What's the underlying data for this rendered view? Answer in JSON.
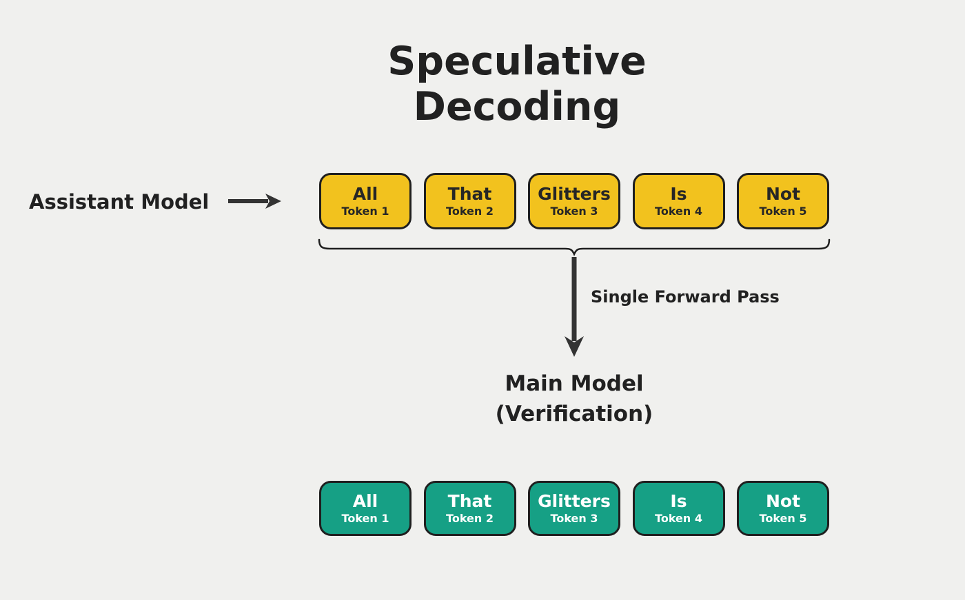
{
  "title": "Speculative Decoding",
  "assistant": {
    "label": "Assistant Model"
  },
  "draft_row": {
    "tokens": [
      {
        "word": "All",
        "label": "Token 1"
      },
      {
        "word": "That",
        "label": "Token 2"
      },
      {
        "word": "Glitters",
        "label": "Token 3"
      },
      {
        "word": "Is",
        "label": "Token 4"
      },
      {
        "word": "Not",
        "label": "Token 5"
      }
    ]
  },
  "forward_pass": {
    "label": "Single Forward Pass"
  },
  "main_model": {
    "line1": "Main Model",
    "line2": "(Verification)"
  },
  "verified_row": {
    "tokens": [
      {
        "word": "All",
        "label": "Token 1"
      },
      {
        "word": "That",
        "label": "Token 2"
      },
      {
        "word": "Glitters",
        "label": "Token 3"
      },
      {
        "word": "Is",
        "label": "Token 4"
      },
      {
        "word": "Not",
        "label": "Token 5"
      }
    ]
  },
  "icons": {
    "right_arrow": "right-arrow",
    "down_arrow": "down-arrow",
    "brace": "horizontal-curly-brace"
  },
  "colors": {
    "background": "#F0F0EE",
    "draft_token_fill": "#F2C21E",
    "verified_token_fill": "#16A085",
    "token_border": "#1F1F1F",
    "text_dark": "#212121",
    "verified_token_text": "#FFFFFF",
    "arrow": "#333333"
  }
}
